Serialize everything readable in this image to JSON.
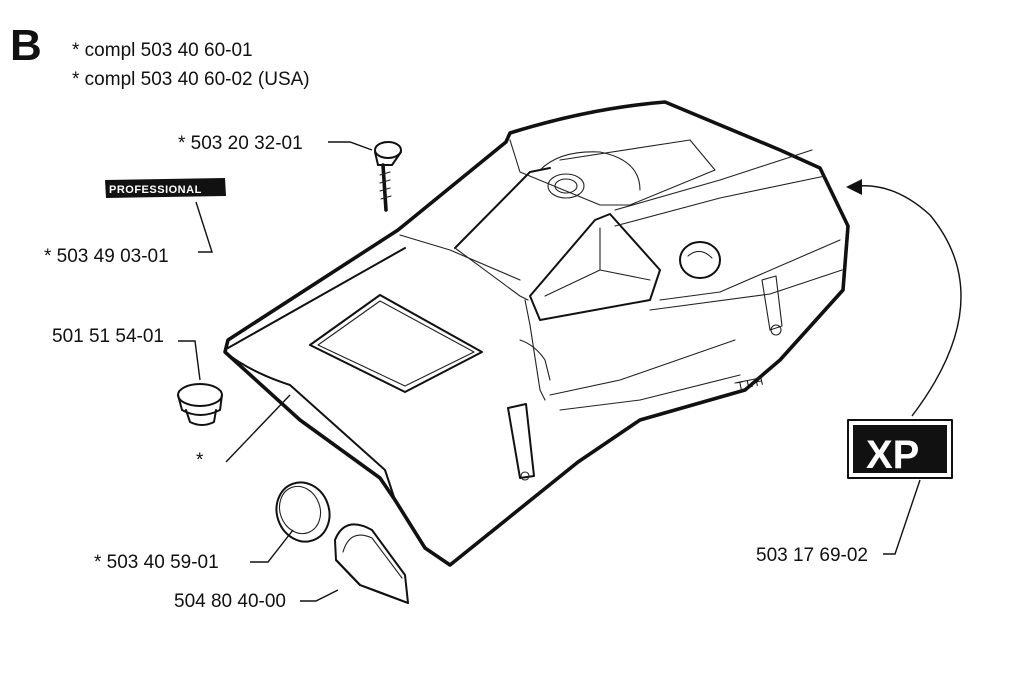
{
  "section_letter": "B",
  "header_lines": [
    "* compl 503 40 60-01",
    "* compl 503 40 60-02 (USA)"
  ],
  "parts": {
    "screw": "* 503 20 32-01",
    "professional_decal": "* 503 49 03-01",
    "plug": "501 51 54-01",
    "cover": "*",
    "round_cap": "* 503 40 59-01",
    "filter_cover": "504 80 40-00",
    "xp_decal": "503 17 69-02"
  },
  "decal_text": {
    "professional": "PROFESSIONAL",
    "xp": "XP",
    "lever_marks": "T L H"
  }
}
